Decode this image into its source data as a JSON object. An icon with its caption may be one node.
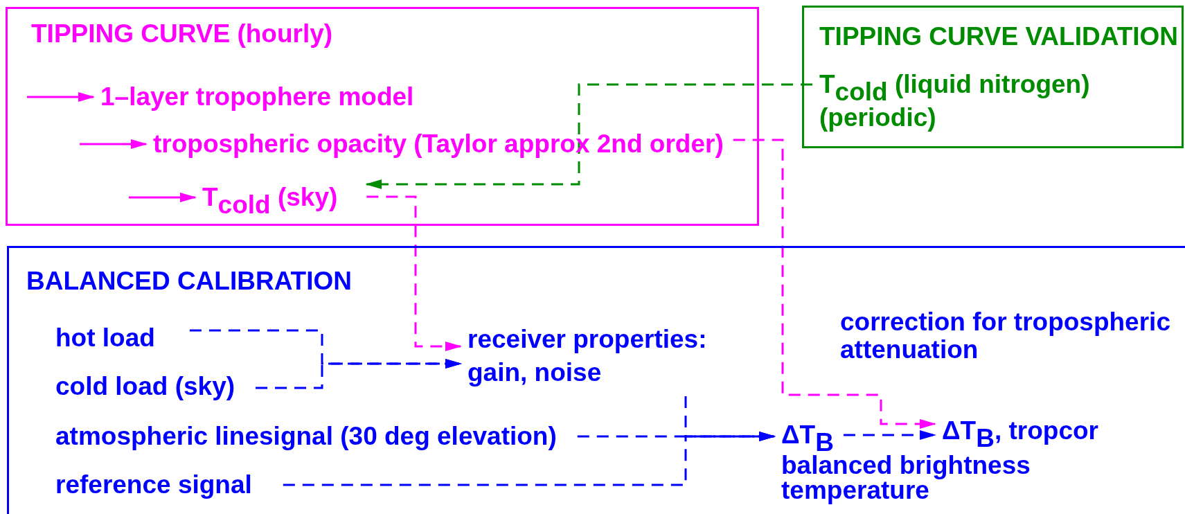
{
  "diagram": {
    "nodes": [
      {
        "text": [
          "TIPPING CURVE (hourly)"
        ]
      },
      {
        "text": [
          "1–layer tropophere model"
        ],
        "in": 0
      },
      {
        "text": [
          "tropospheric opacity (Taylor approx 2nd order)"
        ],
        "in": 0
      },
      {
        "text": [
          "T$_{cold}$ (sky)"
        ],
        "in": 0
      },
      {
        "text": [
          "TIPPING CURVE VALIDATION"
        ]
      },
      {
        "text": [
          "T$_{cold}$ (liquid nitrogen)",
          "(periodic)"
        ],
        "in": 4
      },
      {
        "text": [
          "BALANCED CALIBRATION"
        ]
      },
      {
        "text": [
          "hot load"
        ],
        "in": 6
      },
      {
        "text": [
          "cold load (sky)"
        ],
        "in": 6
      },
      {
        "text": [
          "atmospheric linesignal (30 deg elevation)"
        ],
        "in": 6
      },
      {
        "text": [
          "reference signal"
        ],
        "in": 6
      },
      {
        "text": [
          "receiver properties:",
          "gain, noise"
        ],
        "in": 6
      },
      {
        "text": [
          "ΔT$_{B}$"
        ],
        "beside": [
          "balanced brightness temperature"
        ],
        "in": 6
      },
      {
        "text": [
          "ΔT$_{B}$, tropcor"
        ],
        "in": 6
      }
    ],
    "edges": [
      {
        "from": null,
        "to": 1,
        "arrow": "to",
        "color": "#ff00ff"
      },
      {
        "from": null,
        "to": 2,
        "arrow": "to",
        "color": "#ff00ff"
      },
      {
        "from": null,
        "to": 3,
        "arrow": "to",
        "color": "#ff00ff"
      },
      {
        "from": 5,
        "to": 3,
        "arrow": "to",
        "style": "dashed",
        "color": "#008c00"
      },
      {
        "from": 3,
        "to": 11,
        "arrow": "to",
        "style": "dashed",
        "color": "#ff00ff"
      },
      {
        "from": 2,
        "to": 13,
        "arrow": "to",
        "style": "dashed",
        "color": "#ff00ff"
      },
      {
        "from": 7,
        "to": 11,
        "arrow": "to",
        "style": "dashed"
      },
      {
        "from": 8,
        "to": 11,
        "arrow": "to",
        "style": "dashed"
      },
      {
        "from": 11,
        "to": 12,
        "arrow": "to",
        "style": "dashed"
      },
      {
        "from": 9,
        "to": 12,
        "arrow": "to",
        "style": "dashed"
      },
      {
        "from": 10,
        "to": 12,
        "arrow": "to",
        "style": "dashed"
      },
      {
        "from": 12,
        "to": 13,
        "arrow": "to",
        "style": "dashed"
      }
    ],
    "labels": [
      "correction for tropospheric attenuation"
    ]
  }
}
